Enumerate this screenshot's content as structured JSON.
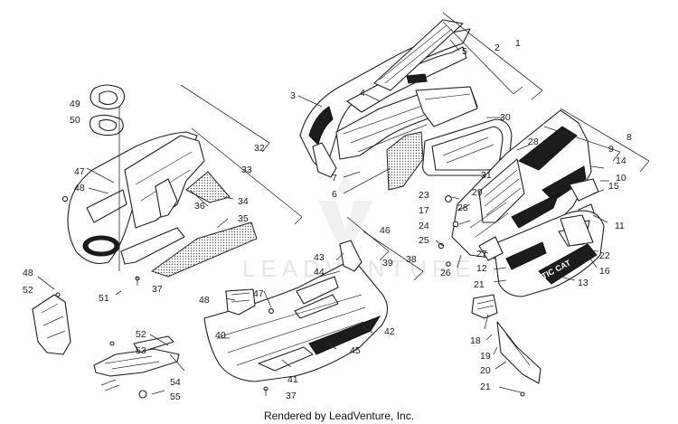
{
  "watermark": {
    "text": "LEADVENTURE"
  },
  "footer": {
    "text": "Rendered by LeadVenture, Inc."
  },
  "decal": {
    "text": "ARCTIC CAT"
  },
  "callouts": [
    {
      "id": "c1",
      "label": "1"
    },
    {
      "id": "c2",
      "label": "2"
    },
    {
      "id": "c3",
      "label": "3"
    },
    {
      "id": "c4",
      "label": "4"
    },
    {
      "id": "c5",
      "label": "5"
    },
    {
      "id": "c6",
      "label": "6"
    },
    {
      "id": "c7",
      "label": "7"
    },
    {
      "id": "c8",
      "label": "8"
    },
    {
      "id": "c9",
      "label": "9"
    },
    {
      "id": "c10",
      "label": "10"
    },
    {
      "id": "c11",
      "label": "11"
    },
    {
      "id": "c12",
      "label": "12"
    },
    {
      "id": "c13",
      "label": "13"
    },
    {
      "id": "c14",
      "label": "14"
    },
    {
      "id": "c15",
      "label": "15"
    },
    {
      "id": "c16",
      "label": "16"
    },
    {
      "id": "c17",
      "label": "17"
    },
    {
      "id": "c18",
      "label": "18"
    },
    {
      "id": "c19",
      "label": "19"
    },
    {
      "id": "c20",
      "label": "20"
    },
    {
      "id": "c21a",
      "label": "21"
    },
    {
      "id": "c21b",
      "label": "21"
    },
    {
      "id": "c22",
      "label": "22"
    },
    {
      "id": "c23",
      "label": "23"
    },
    {
      "id": "c24",
      "label": "24"
    },
    {
      "id": "c25",
      "label": "25"
    },
    {
      "id": "c26",
      "label": "26"
    },
    {
      "id": "c27",
      "label": "27"
    },
    {
      "id": "c28a",
      "label": "28"
    },
    {
      "id": "c28b",
      "label": "28"
    },
    {
      "id": "c29",
      "label": "29"
    },
    {
      "id": "c30",
      "label": "30"
    },
    {
      "id": "c31",
      "label": "31"
    },
    {
      "id": "c32",
      "label": "32"
    },
    {
      "id": "c33",
      "label": "33"
    },
    {
      "id": "c34",
      "label": "34"
    },
    {
      "id": "c35",
      "label": "35"
    },
    {
      "id": "c36",
      "label": "36"
    },
    {
      "id": "c37a",
      "label": "37"
    },
    {
      "id": "c37b",
      "label": "37"
    },
    {
      "id": "c38",
      "label": "38"
    },
    {
      "id": "c39",
      "label": "39"
    },
    {
      "id": "c40",
      "label": "40"
    },
    {
      "id": "c41",
      "label": "41"
    },
    {
      "id": "c42",
      "label": "42"
    },
    {
      "id": "c43",
      "label": "43"
    },
    {
      "id": "c44",
      "label": "44"
    },
    {
      "id": "c45",
      "label": "45"
    },
    {
      "id": "c46",
      "label": "46"
    },
    {
      "id": "c47a",
      "label": "47"
    },
    {
      "id": "c47b",
      "label": "47"
    },
    {
      "id": "c48a",
      "label": "48"
    },
    {
      "id": "c48b",
      "label": "48"
    },
    {
      "id": "c48c",
      "label": "48"
    },
    {
      "id": "c49",
      "label": "49"
    },
    {
      "id": "c50",
      "label": "50"
    },
    {
      "id": "c51",
      "label": "51"
    },
    {
      "id": "c52a",
      "label": "52"
    },
    {
      "id": "c52b",
      "label": "52"
    },
    {
      "id": "c53",
      "label": "53"
    },
    {
      "id": "c54",
      "label": "54"
    },
    {
      "id": "c55",
      "label": "55"
    }
  ]
}
